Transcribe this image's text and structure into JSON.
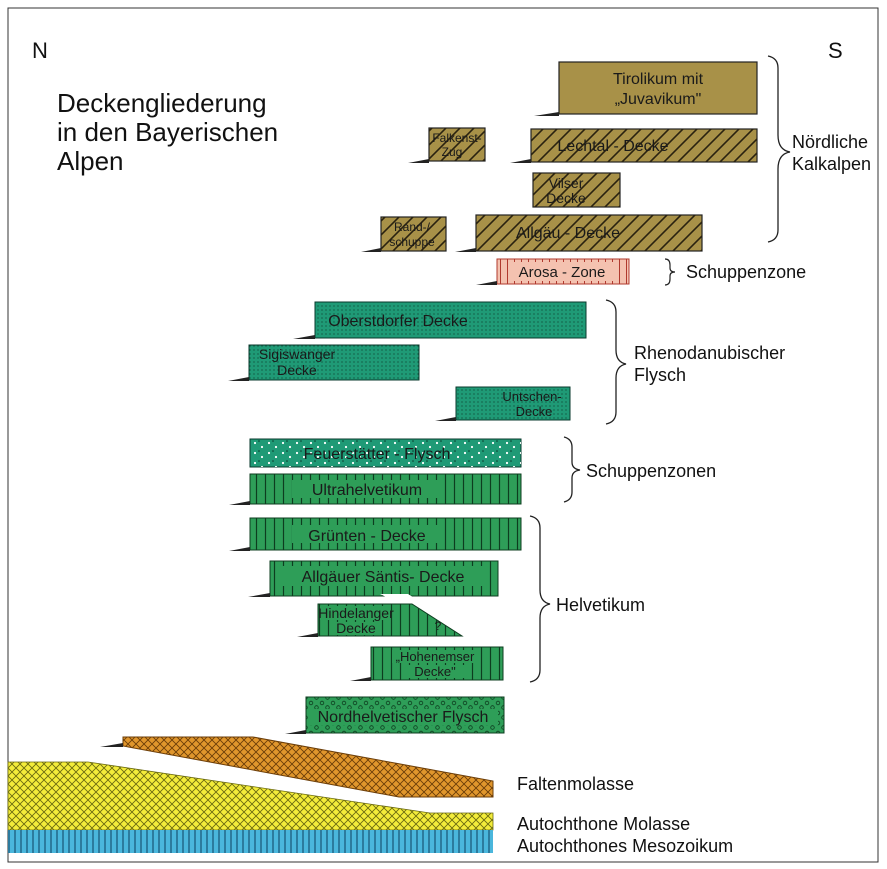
{
  "header": {
    "north": "N",
    "south": "S",
    "title_lines": [
      "Deckengliederung",
      "in den Bayerischen",
      "Alpen"
    ]
  },
  "colors": {
    "kalkalpen": "#a89148",
    "arosa": "#f4c2b0",
    "flysch": "#1f9a76",
    "helvetikum": "#2e9e58",
    "faltenmolasse": "#e0962c",
    "autochthone_molasse": "#f3ec3a",
    "mesozoikum": "#4ab6dc"
  },
  "units": {
    "tirolikum": [
      "Tirolikum mit",
      "„Juvavikum\""
    ],
    "falkenstein": [
      "Falkenst-",
      "Zug"
    ],
    "lechtal": "Lechtal - Decke",
    "vilser": [
      "Vilser",
      "Decke"
    ],
    "randschuppe": [
      "Rand-/",
      "schuppe"
    ],
    "allgaeu": "Allgäu - Decke",
    "arosa": "Arosa - Zone",
    "oberstdorfer": "Oberstdorfer Decke",
    "sigiswanger": [
      "Sigiswanger",
      "Decke"
    ],
    "untschen": [
      "Untschen-",
      "Decke"
    ],
    "feuerstaetter": "Feuerstätter - Flysch",
    "ultrahelvetikum": "Ultrahelvetikum",
    "gruenten": "Grünten - Decke",
    "saentis": "Allgäuer Säntis- Decke",
    "hindelanger": [
      "Hindelanger",
      "Decke"
    ],
    "hindelanger_query": "?",
    "hohenemser": [
      "„Hohenemser",
      "Decke\""
    ],
    "nordhelvetischer": "Nordhelvetischer Flysch"
  },
  "groups": {
    "kalkalpen": [
      "Nördliche",
      "Kalkalpen"
    ],
    "schuppenzone": "Schuppenzone",
    "flysch": [
      "Rhenodanubischer",
      "Flysch"
    ],
    "schuppenzonen": "Schuppenzonen",
    "helvetikum": "Helvetikum"
  },
  "base_labels": {
    "faltenmolasse": "Faltenmolasse",
    "autochthone_molasse": "Autochthone Molasse",
    "mesozoikum": "Autochthones Mesozoikum"
  }
}
